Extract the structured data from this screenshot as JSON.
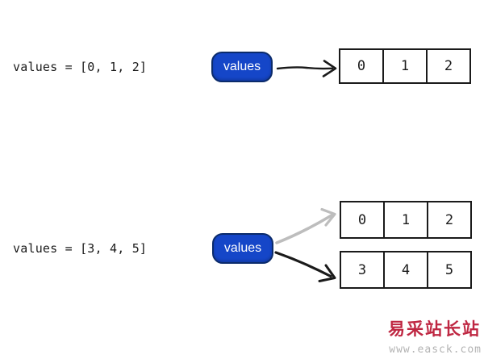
{
  "page": {
    "background": "#ffffff"
  },
  "colors": {
    "variable_box_fill": "#1546c8",
    "variable_box_border": "#0b2b6b",
    "variable_box_text": "#ffffff",
    "arrow_black": "#1a1a1a",
    "arrow_gray": "#bdbdbd",
    "array_border": "#1a1a1a",
    "code_text": "#1a1a1a",
    "watermark_title_color": "#bf2742",
    "watermark_url_color": "#b3b3b3"
  },
  "step1": {
    "code": "values = [0, 1, 2]",
    "variable_label": "values",
    "array_cells": [
      "0",
      "1",
      "2"
    ]
  },
  "step2": {
    "code": "values = [3, 4, 5]",
    "variable_label": "values",
    "old_array_cells": [
      "0",
      "1",
      "2"
    ],
    "new_array_cells": [
      "3",
      "4",
      "5"
    ]
  },
  "watermark": {
    "title": "易采站长站",
    "url": "www.easck.com"
  }
}
